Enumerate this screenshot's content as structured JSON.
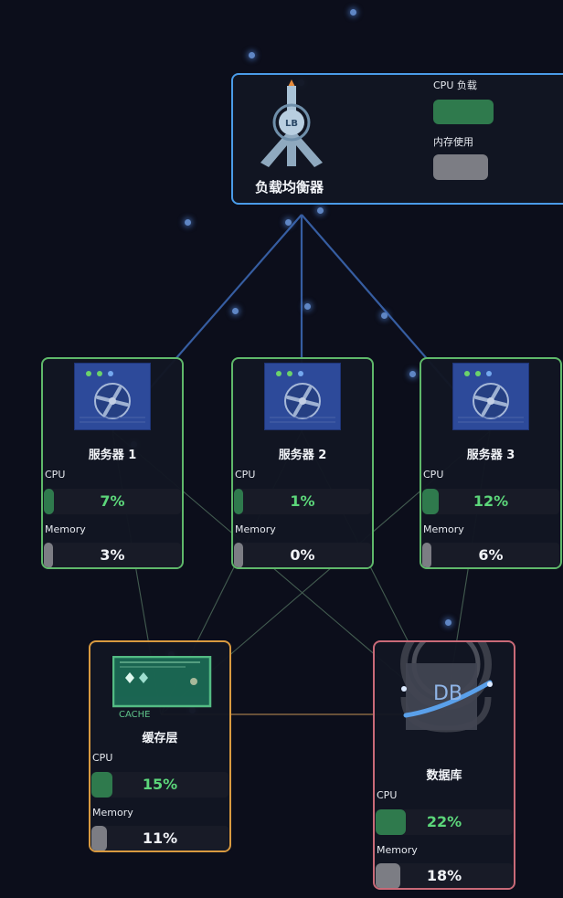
{
  "load_balancer": {
    "title": "负载均衡器",
    "icon_label": "LB",
    "cpu_label": "CPU 负载",
    "memory_label": "内存使用"
  },
  "servers": [
    {
      "name": "服务器 1",
      "cpu_label": "CPU",
      "cpu_value": "7%",
      "cpu_fraction": 0.07,
      "memory_label": "Memory",
      "memory_value": "3%",
      "memory_fraction": 0.03
    },
    {
      "name": "服务器 2",
      "cpu_label": "CPU",
      "cpu_value": "1%",
      "cpu_fraction": 0.01,
      "memory_label": "Memory",
      "memory_value": "0%",
      "memory_fraction": 0.0
    },
    {
      "name": "服务器 3",
      "cpu_label": "CPU",
      "cpu_value": "12%",
      "cpu_fraction": 0.12,
      "memory_label": "Memory",
      "memory_value": "6%",
      "memory_fraction": 0.06
    }
  ],
  "cache": {
    "name": "缓存层",
    "icon_label": "CACHE",
    "cpu_label": "CPU",
    "cpu_value": "15%",
    "cpu_fraction": 0.15,
    "memory_label": "Memory",
    "memory_value": "11%",
    "memory_fraction": 0.11
  },
  "database": {
    "name": "数据库",
    "icon_label": "DB",
    "cpu_label": "CPU",
    "cpu_value": "22%",
    "cpu_fraction": 0.22,
    "memory_label": "Memory",
    "memory_value": "18%",
    "memory_fraction": 0.18
  },
  "colors": {
    "background": "#0c0e1b",
    "lb_border": "#4a9be8",
    "server_border": "#5fb86a",
    "cache_border": "#d99a40",
    "db_border": "#c96a78",
    "cpu_fill": "#2f7a4d",
    "memory_fill": "#7c7d84",
    "cpu_text": "#5cd67a",
    "link_blue": "#3b66b0",
    "particle": "#5f86c4"
  }
}
